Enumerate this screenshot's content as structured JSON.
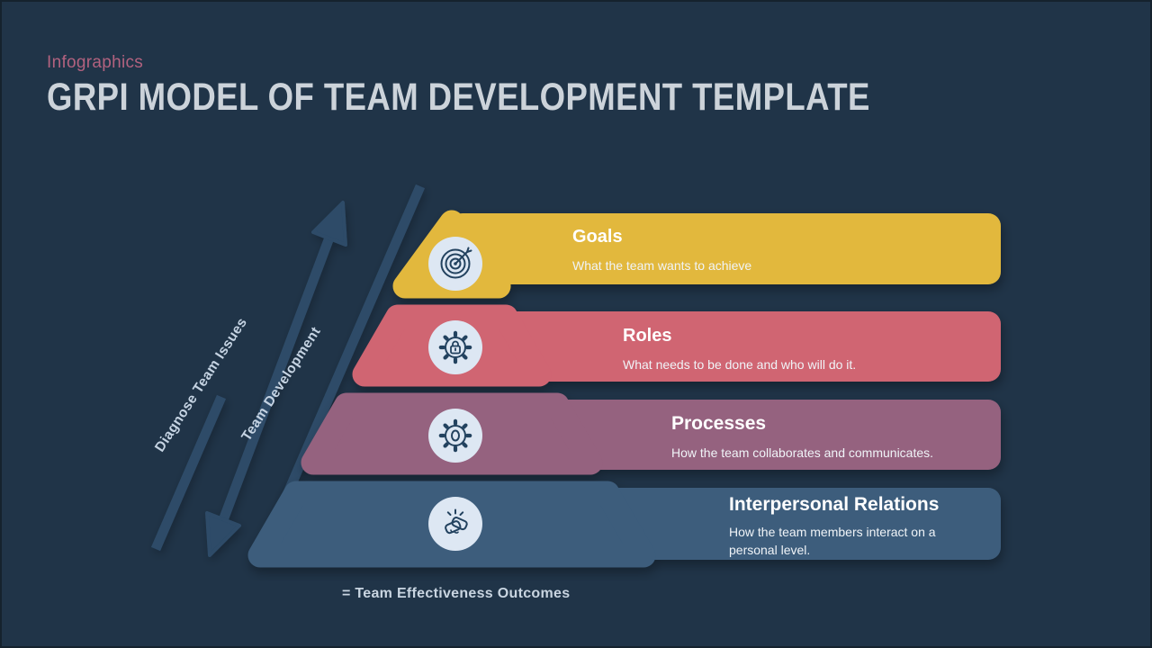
{
  "page": {
    "background": "#203448"
  },
  "header": {
    "eyebrow": "Infographics",
    "title": "GRPI MODEL OF TEAM DEVELOPMENT TEMPLATE"
  },
  "arrows": {
    "color": "#2d4b67",
    "down_arrow_label": "Diagnose Team Issues",
    "up_arrow_label": "Team Development"
  },
  "layers": [
    {
      "id": "goals",
      "title": "Goals",
      "description": "What the team wants to achieve",
      "color": "#e2b83d",
      "icon": "target-icon"
    },
    {
      "id": "roles",
      "title": "Roles",
      "description": "What needs to be done and who will do it.",
      "color": "#d06572",
      "icon": "gear-lock-icon"
    },
    {
      "id": "processes",
      "title": "Processes",
      "description": "How the team collaborates and communicates.",
      "color": "#95627f",
      "icon": "gear-icon"
    },
    {
      "id": "interpersonal",
      "title": "Interpersonal Relations",
      "description": "How the team members interact on a personal level.",
      "color": "#3c5d7c",
      "icon": "handshake-icon"
    }
  ],
  "icon_style": {
    "circle_fill": "#dde7f3",
    "stroke": "#24425f"
  },
  "footer": {
    "legend": "= Team Effectiveness Outcomes"
  }
}
